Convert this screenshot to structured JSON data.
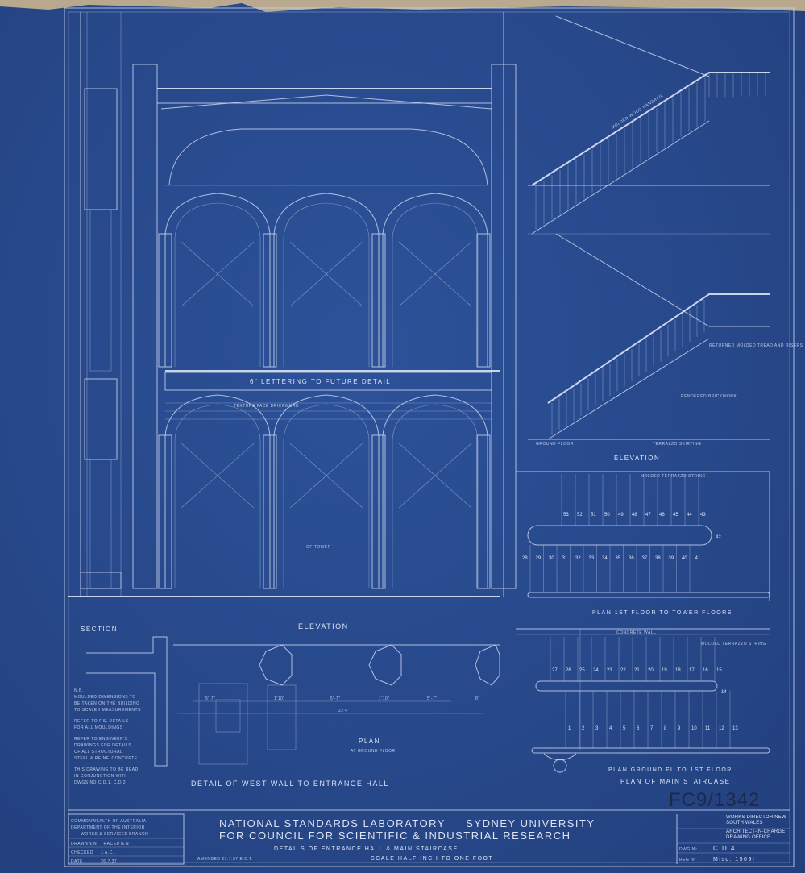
{
  "drawing": {
    "colors": {
      "paper": "#27488a",
      "line": "#c7d3ec",
      "torn_edge": "#c9b48f"
    },
    "views": {
      "section_label": "SECTION",
      "elevation_hall_label": "ELEVATION",
      "lettering_note": "6\" LETTERING TO FUTURE DETAIL",
      "brickwork_note": "TEXTURE FACE BRICKWORK",
      "tower_note": "OF TOWER",
      "stair_elevation_label": "ELEVATION",
      "ground_floor_note": "GROUND FLOOR",
      "terrazzo_skirting_note": "TERRAZZO SKIRTING",
      "rendered_brickwork_note": "RENDERED BRICKWORK",
      "returned_tread_note": "RETURNED MOLDED TREAD AND RISERS",
      "molded_handrail_note": "MOLDED WOOD HANDRAIL",
      "molded_string_note": "MOLDED TERRAZZO STRING",
      "concrete_wall_note": "CONCRETE WALL",
      "plan_upper_label": "PLAN 1ST FLOOR TO TOWER FLOORS",
      "plan_lower_label": "PLAN GROUND FL TO 1ST FLOOR",
      "plan_main_stair_label": "PLAN OF MAIN STAIRCASE",
      "plan_ground_label": "PLAN",
      "plan_ground_sub": "AT GROUND FLOOR",
      "west_wall_label": "DETAIL OF WEST WALL TO ENTRANCE HALL",
      "dim_total": "22'4\"",
      "dims": [
        "5'-7\"",
        "1'10\"",
        "5'-7\"",
        "1'10\"",
        "5'-7\"",
        "8\""
      ]
    },
    "stair_numbers": {
      "upper_top": [
        "53",
        "52",
        "51",
        "50",
        "49",
        "48",
        "47",
        "46",
        "45",
        "44",
        "43"
      ],
      "landing_upper": "42",
      "upper_bottom": [
        "28",
        "29",
        "30",
        "31",
        "32",
        "33",
        "34",
        "35",
        "36",
        "37",
        "38",
        "39",
        "40",
        "41"
      ],
      "lower_top": [
        "27",
        "26",
        "25",
        "24",
        "23",
        "22",
        "21",
        "20",
        "19",
        "18",
        "17",
        "16",
        "15"
      ],
      "landing_lower": "14",
      "lower_bottom": [
        "1",
        "2",
        "3",
        "4",
        "5",
        "6",
        "7",
        "8",
        "9",
        "10",
        "11",
        "12",
        "13"
      ]
    },
    "notes": [
      "N.B.",
      "MOULDED DIMENSIONS TO",
      "BE TAKEN ON THE BUILDING",
      "TO SCALED MEASUREMENTS",
      "REFER TO F.S. DETAILS",
      "FOR ALL MOULDINGS",
      "REFER TO ENGINEER'S",
      "DRAWINGS FOR DETAILS",
      "OF ALL STRUCTURAL",
      "STEEL & REINF. CONCRETE",
      "THIS DRAWING TO BE READ",
      "IN CONJUNCTION WITH",
      "DWGS NO C.D.1, C.D.2"
    ]
  },
  "title_block": {
    "left": {
      "line1": "COMMONWEALTH OF AUSTRALIA",
      "line2": "DEPARTMENT OF THE INTERIOR",
      "line3": "WORKS & SERVICES BRANCH",
      "drawn_label": "DRAWN",
      "drawn_value": "N.N",
      "traced_label": "TRACED",
      "traced_value": "N.N",
      "checked_label": "CHECKED",
      "checked_value": "J.A.C.",
      "date_label": "DATE",
      "date_value": "26.7.37"
    },
    "center": {
      "title1": "NATIONAL STANDARDS LABORATORY     SYDNEY UNIVERSITY",
      "title2": "FOR COUNCIL FOR SCIENTIFIC & INDUSTRIAL RESEARCH",
      "subtitle": "DETAILS OF ENTRANCE HALL & MAIN STAIRCASE",
      "scale": "SCALE  HALF INCH TO ONE FOOT",
      "amended": "AMENDED 27.7.37 E.C.T."
    },
    "right": {
      "works_director": "WORKS DIRECTOR NEW SOUTH WALES",
      "architect": "ARCHITECT-IN-CHARGE DRAWING OFFICE",
      "dwg_label": "DWG Nº",
      "dwg_value": "C.D.4",
      "reg_label": "REG Nº",
      "reg_value": "Misc. 1509I"
    }
  },
  "archive_stamp": "FC9/1342"
}
